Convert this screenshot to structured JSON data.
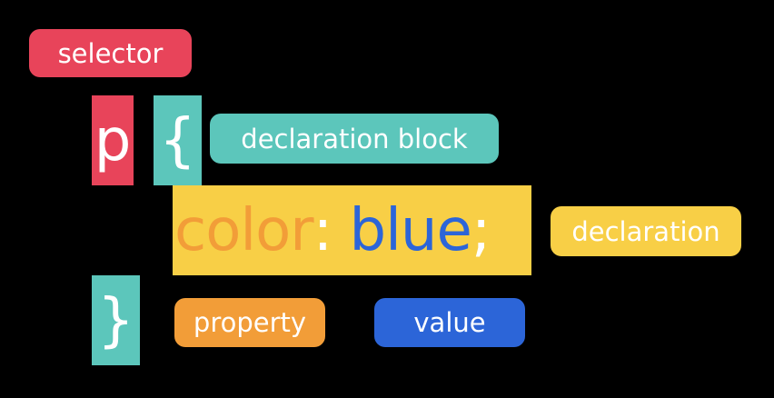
{
  "labels": {
    "selector": "selector",
    "declaration_block": "declaration block",
    "declaration": "declaration",
    "property": "property",
    "value": "value"
  },
  "code": {
    "selector": "p",
    "open_brace": "{",
    "property": "color",
    "colon": ": ",
    "value": "blue",
    "semicolon": ";",
    "close_brace": "}"
  },
  "colors": {
    "selector": "#e8445a",
    "declaration_block": "#5cc6bb",
    "declaration": "#f8cf46",
    "property": "#f29d38",
    "value": "#2c65d8",
    "background": "#000000"
  }
}
